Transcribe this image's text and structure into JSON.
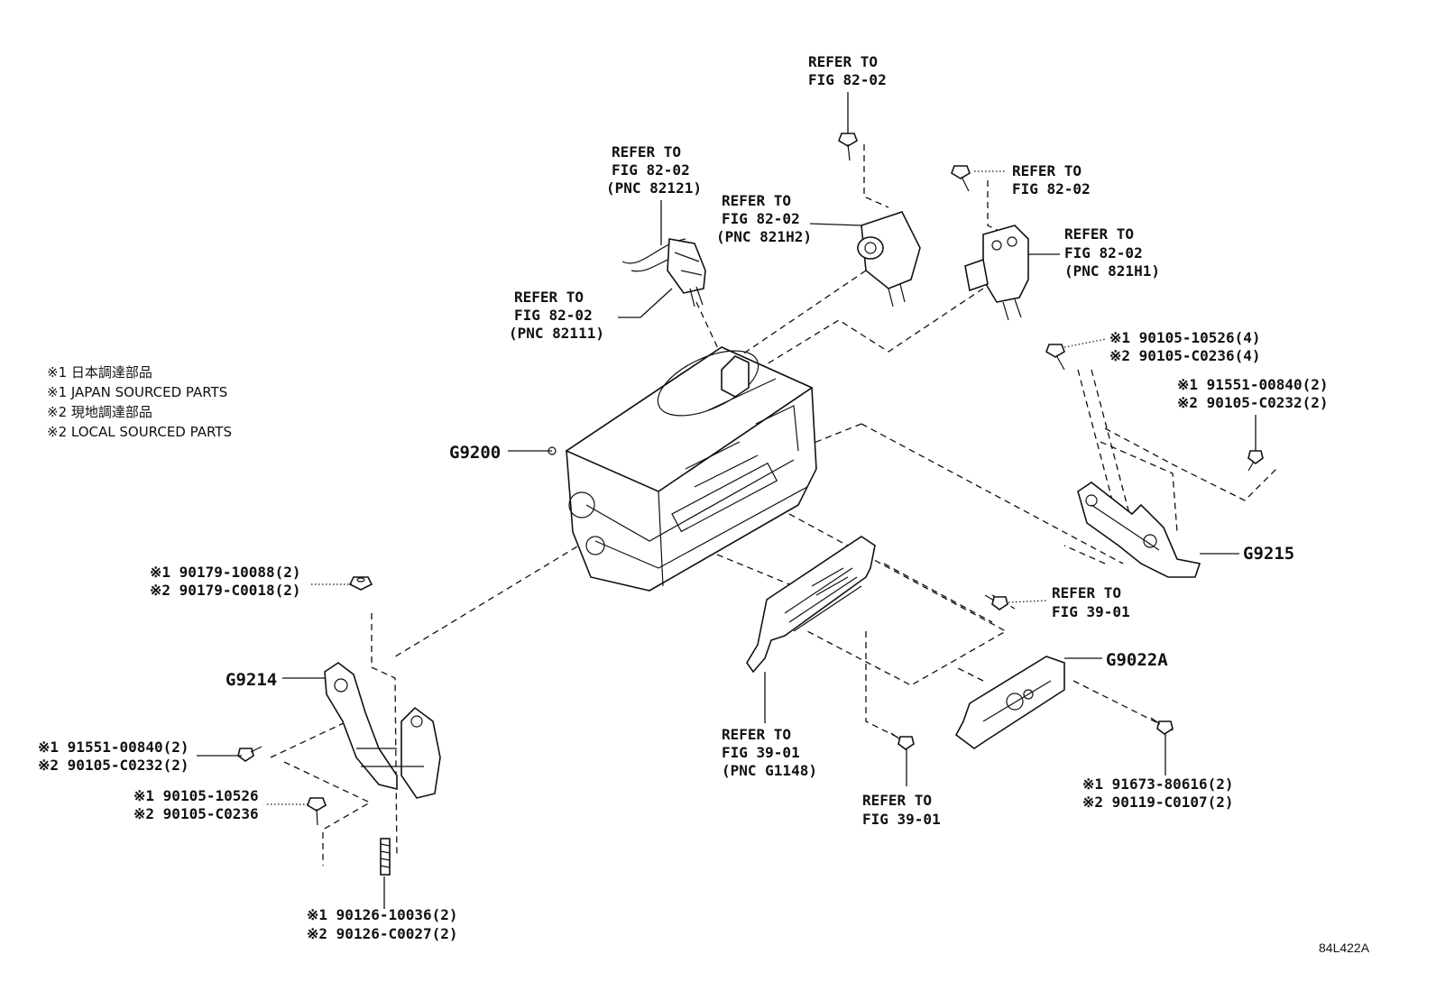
{
  "notes": [
    "※1 日本調達部品",
    "※1 JAPAN SOURCED PARTS",
    "※2 現地調達部品",
    "※2 LOCAL SOURCED PARTS"
  ],
  "callouts": {
    "top_center": [
      "REFER TO",
      "FIG 82-02"
    ],
    "pnc_82121": [
      "REFER TO",
      "FIG 82-02",
      "(PNC 82121)"
    ],
    "pnc_821h2": [
      "REFER TO",
      "FIG 82-02",
      "(PNC 821H2)"
    ],
    "pnc_82111": [
      "REFER TO",
      "FIG 82-02",
      "(PNC 82111)"
    ],
    "right_bolt": [
      "REFER TO",
      "FIG 82-02"
    ],
    "pnc_821h1": [
      "REFER TO",
      "FIG 82-02",
      "(PNC 821H1)"
    ],
    "bolt_right_upper": [
      "※1 90105-10526(4)",
      "※2 90105-C0236(4)"
    ],
    "bolt_right_mid": [
      "※1 91551-00840(2)",
      "※2 90105-C0232(2)"
    ],
    "fig3901_right": [
      "REFER TO",
      "FIG 39-01"
    ],
    "pnc_g1148": [
      "REFER TO",
      "FIG 39-01",
      "(PNC G1148)"
    ],
    "fig3901_bottom": [
      "REFER TO",
      "FIG 39-01"
    ],
    "nut_left": [
      "※1 90179-10088(2)",
      "※2 90179-C0018(2)"
    ],
    "bolt_left_mid": [
      "※1 91551-00840(2)",
      "※2 90105-C0232(2)"
    ],
    "bolt_left_low": [
      "※1 90105-10526",
      "※2 90105-C0236"
    ],
    "stud_bottom": [
      "※1 90126-10036(2)",
      "※2 90126-C0027(2)"
    ],
    "bolt_bottom_right": [
      "※1 91673-80616(2)",
      "※2 90119-C0107(2)"
    ]
  },
  "parts": {
    "g9200": "G9200",
    "g9215": "G9215",
    "g9214": "G9214",
    "g9022a": "G9022A"
  },
  "figure_id": "84L422A"
}
